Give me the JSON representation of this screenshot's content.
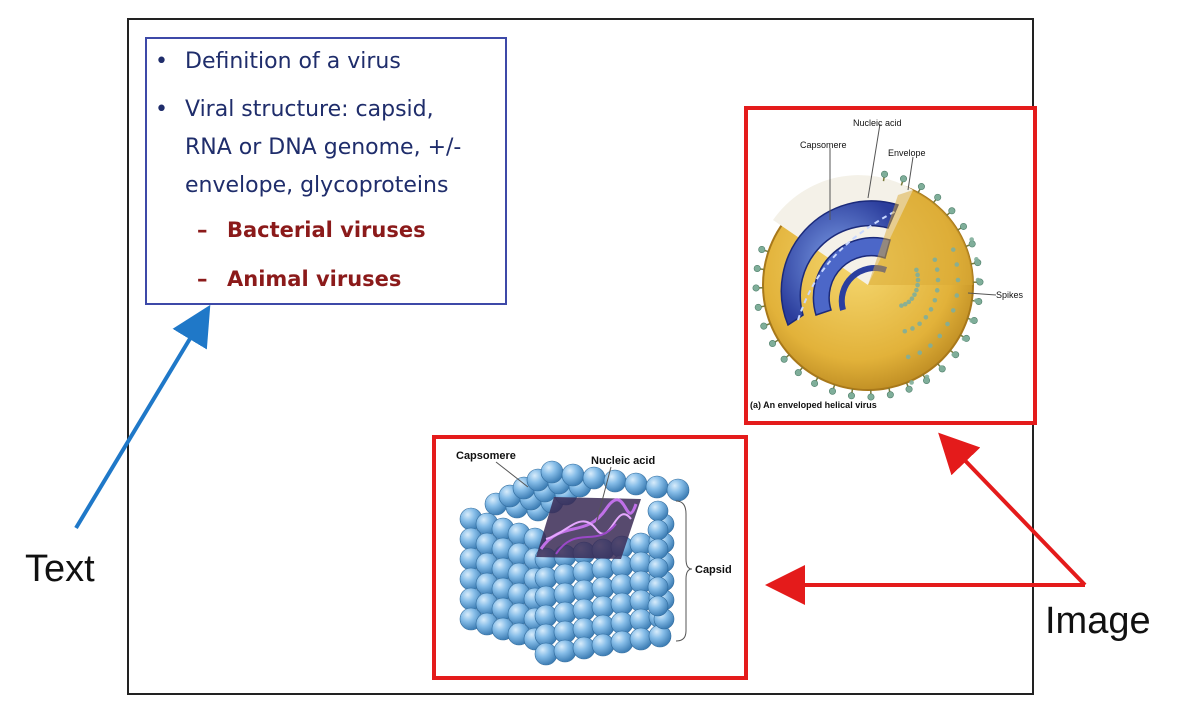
{
  "text_box": {
    "bullet1": "Definition of a virus",
    "bullet2": "Viral structure:  capsid,\nRNA or DNA genome, +/-\nenvelope, glycoproteins",
    "sub1": "Bacterial viruses",
    "sub2": "Animal viruses",
    "dash": "–",
    "dot": "•"
  },
  "top_figure": {
    "label_nucleic": "Nucleic acid",
    "label_capsomere": "Capsomere",
    "label_envelope": "Envelope",
    "label_spikes": "Spikes",
    "caption": "(a) An enveloped helical virus"
  },
  "bottom_figure": {
    "label_capsomere": "Capsomere",
    "label_nucleic": "Nucleic acid",
    "label_capsid": "Capsid"
  },
  "callouts": {
    "text_label": "Text",
    "image_label": "Image"
  },
  "colors": {
    "frame_border": "#222222",
    "text_box_border": "#3d49a8",
    "bullet_text": "#1f2d6b",
    "sub_text": "#8b1a1a",
    "image_border": "#e41b1b",
    "text_arrow": "#1f78c8",
    "image_arrow": "#e41b1b",
    "envelope": "#e2b23a",
    "capsid_inner": "#3b4fb0",
    "spike": "#7fae9a",
    "sphere": "#74aee0"
  }
}
